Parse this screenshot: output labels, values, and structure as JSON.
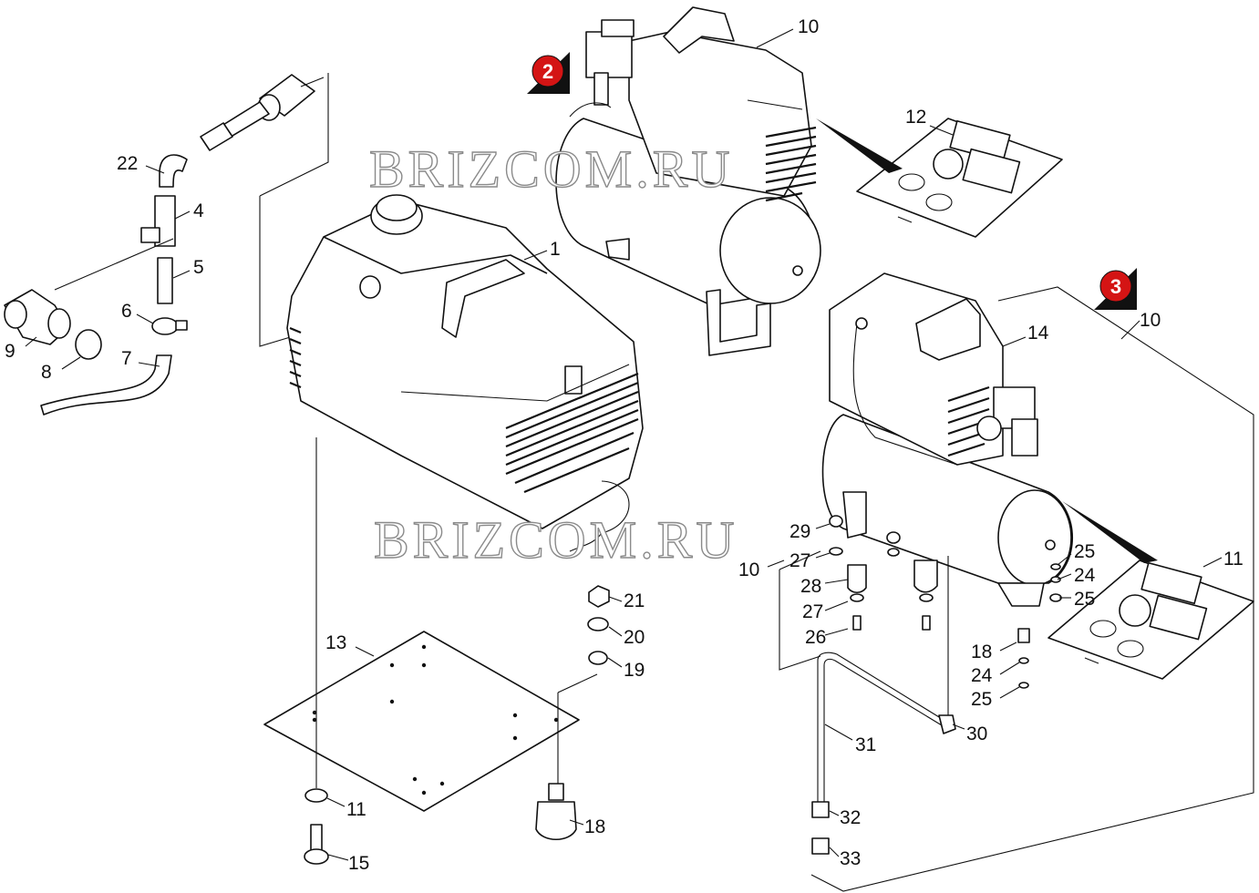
{
  "watermark": "BRIZCOM.RU",
  "badges": [
    {
      "id": "badge-2",
      "label": "2"
    },
    {
      "id": "badge-3",
      "label": "3"
    }
  ],
  "callouts": [
    {
      "id": "c-10-top",
      "label": "10"
    },
    {
      "id": "c-12",
      "label": "12"
    },
    {
      "id": "c-1",
      "label": "1"
    },
    {
      "id": "c-22",
      "label": "22"
    },
    {
      "id": "c-4",
      "label": "4"
    },
    {
      "id": "c-5",
      "label": "5"
    },
    {
      "id": "c-6",
      "label": "6"
    },
    {
      "id": "c-7",
      "label": "7"
    },
    {
      "id": "c-8",
      "label": "8"
    },
    {
      "id": "c-9",
      "label": "9"
    },
    {
      "id": "c-10-right",
      "label": "10"
    },
    {
      "id": "c-14",
      "label": "14"
    },
    {
      "id": "c-29",
      "label": "29"
    },
    {
      "id": "c-27a",
      "label": "27"
    },
    {
      "id": "c-10-mid",
      "label": "10"
    },
    {
      "id": "c-28",
      "label": "28"
    },
    {
      "id": "c-27b",
      "label": "27"
    },
    {
      "id": "c-26",
      "label": "26"
    },
    {
      "id": "c-25a",
      "label": "25"
    },
    {
      "id": "c-24a",
      "label": "24"
    },
    {
      "id": "c-25b",
      "label": "25"
    },
    {
      "id": "c-11-right",
      "label": "11"
    },
    {
      "id": "c-18-right",
      "label": "18"
    },
    {
      "id": "c-24b",
      "label": "24"
    },
    {
      "id": "c-25c",
      "label": "25"
    },
    {
      "id": "c-30",
      "label": "30"
    },
    {
      "id": "c-31",
      "label": "31"
    },
    {
      "id": "c-32",
      "label": "32"
    },
    {
      "id": "c-33",
      "label": "33"
    },
    {
      "id": "c-21",
      "label": "21"
    },
    {
      "id": "c-20",
      "label": "20"
    },
    {
      "id": "c-19",
      "label": "19"
    },
    {
      "id": "c-13",
      "label": "13"
    },
    {
      "id": "c-11-bottom",
      "label": "11"
    },
    {
      "id": "c-15",
      "label": "15"
    },
    {
      "id": "c-18-bottom",
      "label": "18"
    }
  ],
  "colors": {
    "badge": "#d41414",
    "ink": "#111111",
    "watermark_stroke": "#8a8a8a",
    "background": "#ffffff"
  }
}
